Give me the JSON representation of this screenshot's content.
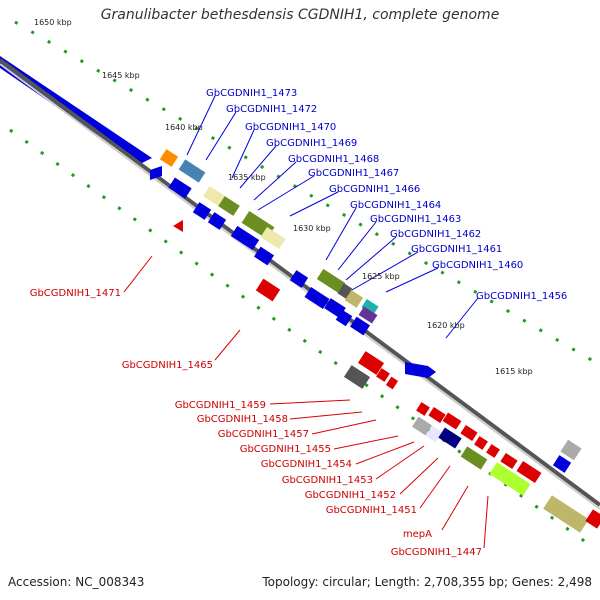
{
  "title": "Granulibacter bethesdensis CGDNIH1, complete genome",
  "footer": {
    "accession": "Accession: NC_008343",
    "summary": "Topology: circular; Length: 2,708,355 bp; Genes: 2,498"
  },
  "colors": {
    "forward": "#0000dd",
    "reverse": "#dd0000",
    "backbone": "#888888",
    "scale_dots": "#229922"
  },
  "ticks": [
    "1650 kbp",
    "1645 kbp",
    "1640 kbp",
    "1635 kbp",
    "1630 kbp",
    "1625 kbp",
    "1620 kbp",
    "1615 kbp"
  ],
  "forward_labels": [
    "GbCGDNIH1_1473",
    "GbCGDNIH1_1472",
    "GbCGDNIH1_1470",
    "GbCGDNIH1_1469",
    "GbCGDNIH1_1468",
    "GbCGDNIH1_1467",
    "GbCGDNIH1_1466",
    "GbCGDNIH1_1464",
    "GbCGDNIH1_1463",
    "GbCGDNIH1_1462",
    "GbCGDNIH1_1461",
    "GbCGDNIH1_1460",
    "GbCGDNIH1_1456"
  ],
  "reverse_labels": [
    "GbCGDNIH1_1471",
    "GbCGDNIH1_1465",
    "GbCGDNIH1_1459",
    "GbCGDNIH1_1458",
    "GbCGDNIH1_1457",
    "GbCGDNIH1_1455",
    "GbCGDNIH1_1454",
    "GbCGDNIH1_1453",
    "GbCGDNIH1_1452",
    "GbCGDNIH1_1451",
    "mepA",
    "GbCGDNIH1_1447"
  ]
}
